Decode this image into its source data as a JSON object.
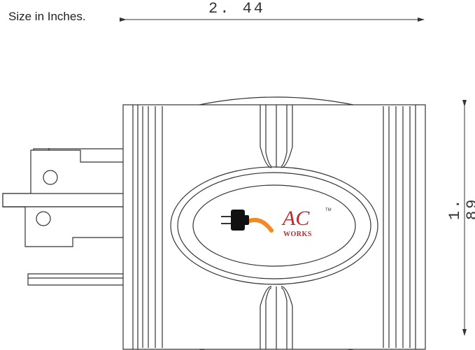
{
  "note": "Size in Inches.",
  "dimensions": {
    "width_label": "2. 44",
    "height_label": "1. 89"
  },
  "logo": {
    "brand": "AC",
    "subtitle": "WORKS",
    "trademark": "TM",
    "icon": "plug-icon"
  },
  "colors": {
    "line": "#333333",
    "logo_red": "#c0282a",
    "cord_orange": "#f08a24",
    "plug_black": "#111111"
  }
}
